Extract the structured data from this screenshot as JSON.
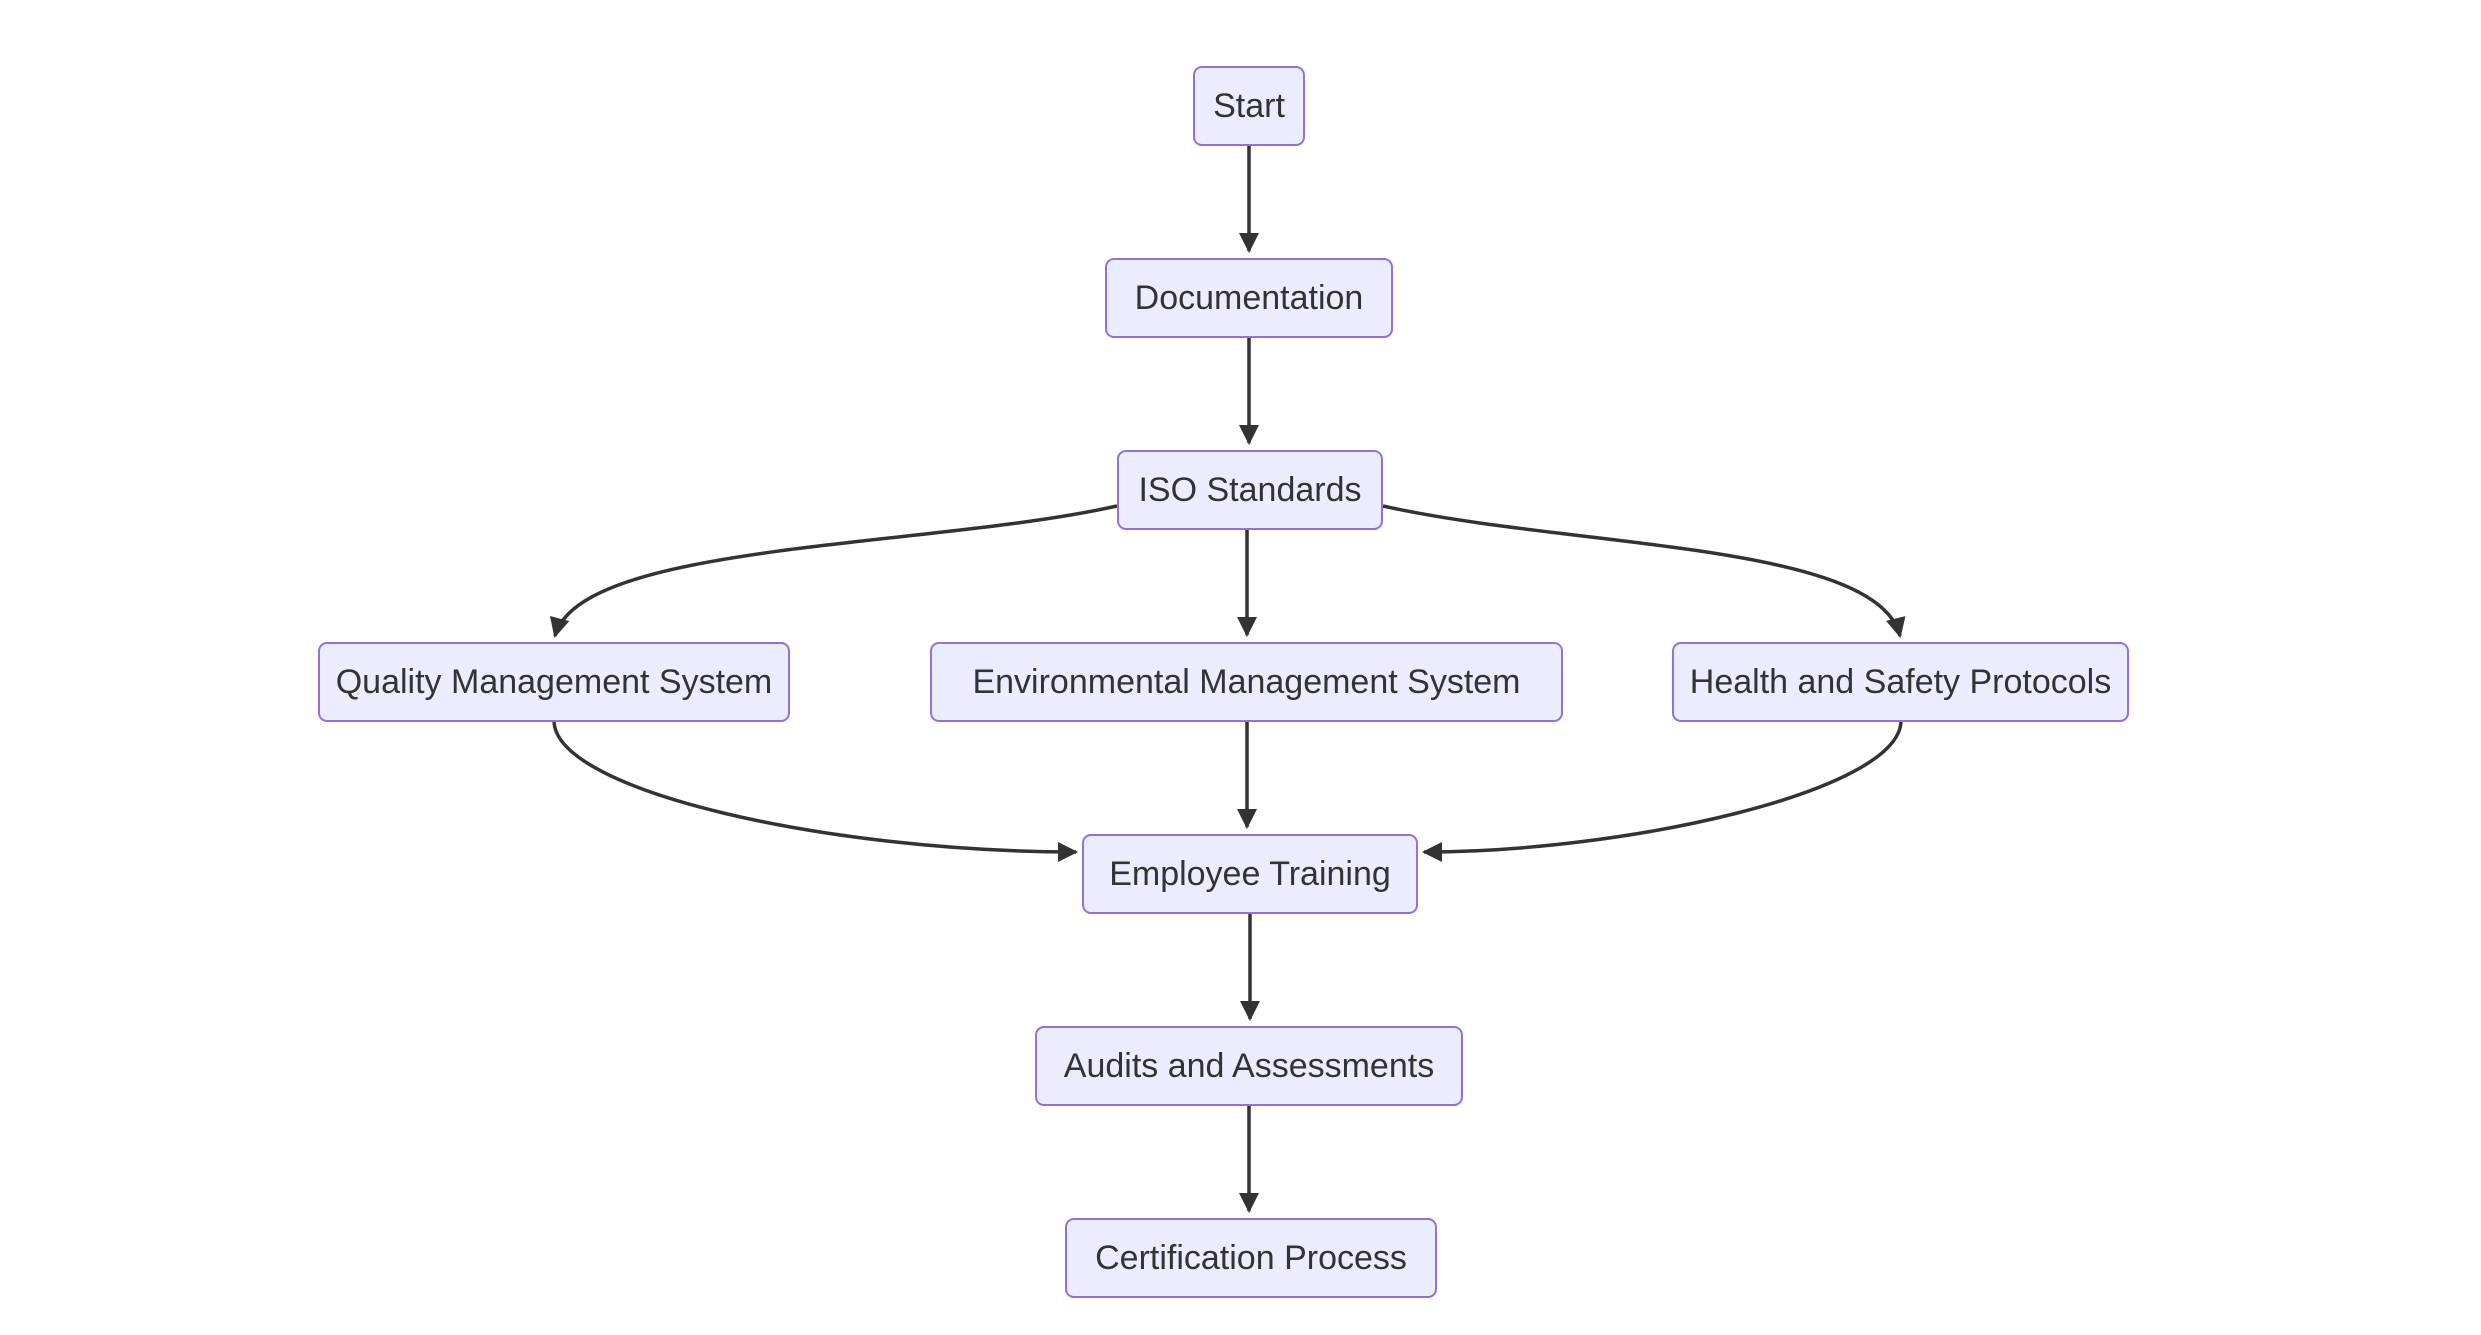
{
  "diagram": {
    "type": "flowchart",
    "direction": "top-down",
    "background": "#FFFFFF",
    "colors": {
      "node_fill": "#ECECFF",
      "node_border": "#9370DB",
      "edge": "#333333",
      "text": "#333333"
    },
    "nodes": [
      {
        "id": "start",
        "label": "Start"
      },
      {
        "id": "documentation",
        "label": "Documentation"
      },
      {
        "id": "iso_standards",
        "label": "ISO Standards"
      },
      {
        "id": "quality_management_system",
        "label": "Quality Management System"
      },
      {
        "id": "environmental_management_system",
        "label": "Environmental Management System"
      },
      {
        "id": "health_and_safety_protocols",
        "label": "Health and Safety Protocols"
      },
      {
        "id": "employee_training",
        "label": "Employee Training"
      },
      {
        "id": "audits_and_assessments",
        "label": "Audits and Assessments"
      },
      {
        "id": "certification_process",
        "label": "Certification Process"
      }
    ],
    "edges": [
      {
        "from": "start",
        "to": "documentation"
      },
      {
        "from": "documentation",
        "to": "iso_standards"
      },
      {
        "from": "iso_standards",
        "to": "quality_management_system"
      },
      {
        "from": "iso_standards",
        "to": "environmental_management_system"
      },
      {
        "from": "iso_standards",
        "to": "health_and_safety_protocols"
      },
      {
        "from": "quality_management_system",
        "to": "employee_training"
      },
      {
        "from": "environmental_management_system",
        "to": "employee_training"
      },
      {
        "from": "health_and_safety_protocols",
        "to": "employee_training"
      },
      {
        "from": "employee_training",
        "to": "audits_and_assessments"
      },
      {
        "from": "audits_and_assessments",
        "to": "certification_process"
      }
    ]
  }
}
